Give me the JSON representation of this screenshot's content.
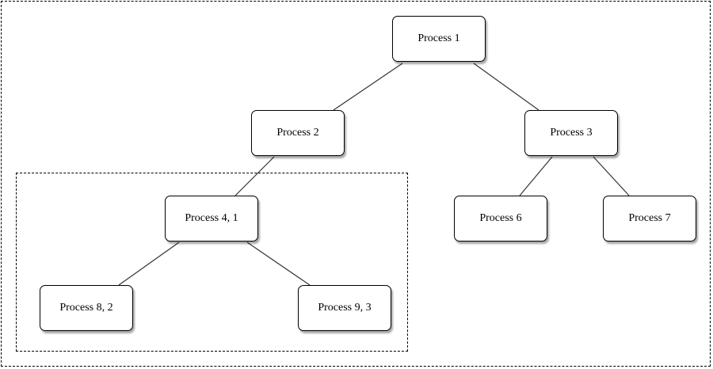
{
  "nodes": {
    "p1": "Process 1",
    "p2": "Process 2",
    "p3": "Process 3",
    "p4": "Process 4, 1",
    "p6": "Process 6",
    "p7": "Process 7",
    "p8": "Process 8, 2",
    "p9": "Process 9, 3"
  },
  "edges": [
    {
      "from": "p1",
      "to": "p2"
    },
    {
      "from": "p1",
      "to": "p3"
    },
    {
      "from": "p2",
      "to": "p4"
    },
    {
      "from": "p3",
      "to": "p6"
    },
    {
      "from": "p3",
      "to": "p7"
    },
    {
      "from": "p4",
      "to": "p8"
    },
    {
      "from": "p4",
      "to": "p9"
    }
  ],
  "colors": {
    "stroke": "#000000",
    "edge": "#333333",
    "node_fill": "#ffffff"
  }
}
